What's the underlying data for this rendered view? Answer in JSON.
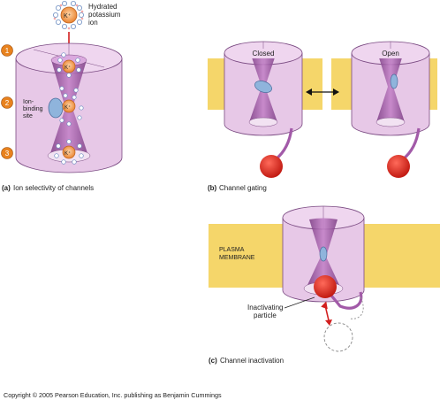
{
  "panel_a": {
    "caption_letter": "(a)",
    "caption": "Ion selectivity of channels",
    "ion_label_line1": "Hydrated",
    "ion_label_line2": "potassium",
    "ion_label_line3": "ion",
    "binding_label_line1": "Ion-",
    "binding_label_line2": "binding",
    "binding_label_line3": "site",
    "steps": [
      "1",
      "2",
      "3"
    ],
    "ion_symbol": "K⁺"
  },
  "panel_b": {
    "caption_letter": "(b)",
    "caption": "Channel gating",
    "closed_label": "Closed",
    "open_label": "Open"
  },
  "panel_c": {
    "caption_letter": "(c)",
    "caption": "Channel inactivation",
    "membrane_line1": "PLASMA",
    "membrane_line2": "MEMBRANE",
    "particle_line1": "Inactivating",
    "particle_line2": "particle"
  },
  "copyright": "Copyright © 2005 Pearson Education, Inc. publishing as Benjamin Cummings",
  "colors": {
    "membrane": "#f5d66a",
    "channel_body": "#e7c8e7",
    "channel_dark": "#a25aa8",
    "ion_orange": "#f0a050",
    "step_badge": "#e8821e",
    "particle_red": "#e2231a",
    "arrow_red": "#d21f1f",
    "water_blue": "#8fb4dc"
  }
}
